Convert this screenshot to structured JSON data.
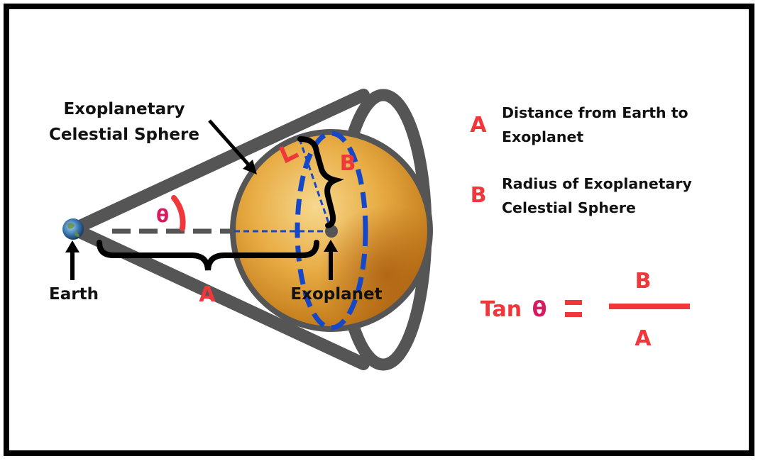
{
  "diagram": {
    "labels": {
      "sphere_callout": [
        "Exoplanetary",
        "Celestial Sphere"
      ],
      "earth": "Earth",
      "exoplanet": "Exoplanet",
      "theta_symbol": "θ",
      "a_marker": "A",
      "b_marker": "B"
    },
    "legend": [
      {
        "key": "A",
        "lines": [
          "Distance from Earth to",
          "Exoplanet"
        ]
      },
      {
        "key": "B",
        "lines": [
          "Radius of Exoplanetary",
          "Celestial Sphere"
        ]
      }
    ],
    "formula": {
      "prefix": "Tan",
      "theta": "θ",
      "equals": "=",
      "numerator": "B",
      "denominator": "A"
    },
    "colors": {
      "border": "#000000",
      "cone": "#555555",
      "sphere_light": "#f3cf7c",
      "sphere_mid": "#e4a53c",
      "sphere_dark": "#b56a16",
      "accent_red": "#f0373b",
      "theta_pink": "#d81b60",
      "dashed_blue": "#1547c9",
      "text": "#111111"
    }
  }
}
